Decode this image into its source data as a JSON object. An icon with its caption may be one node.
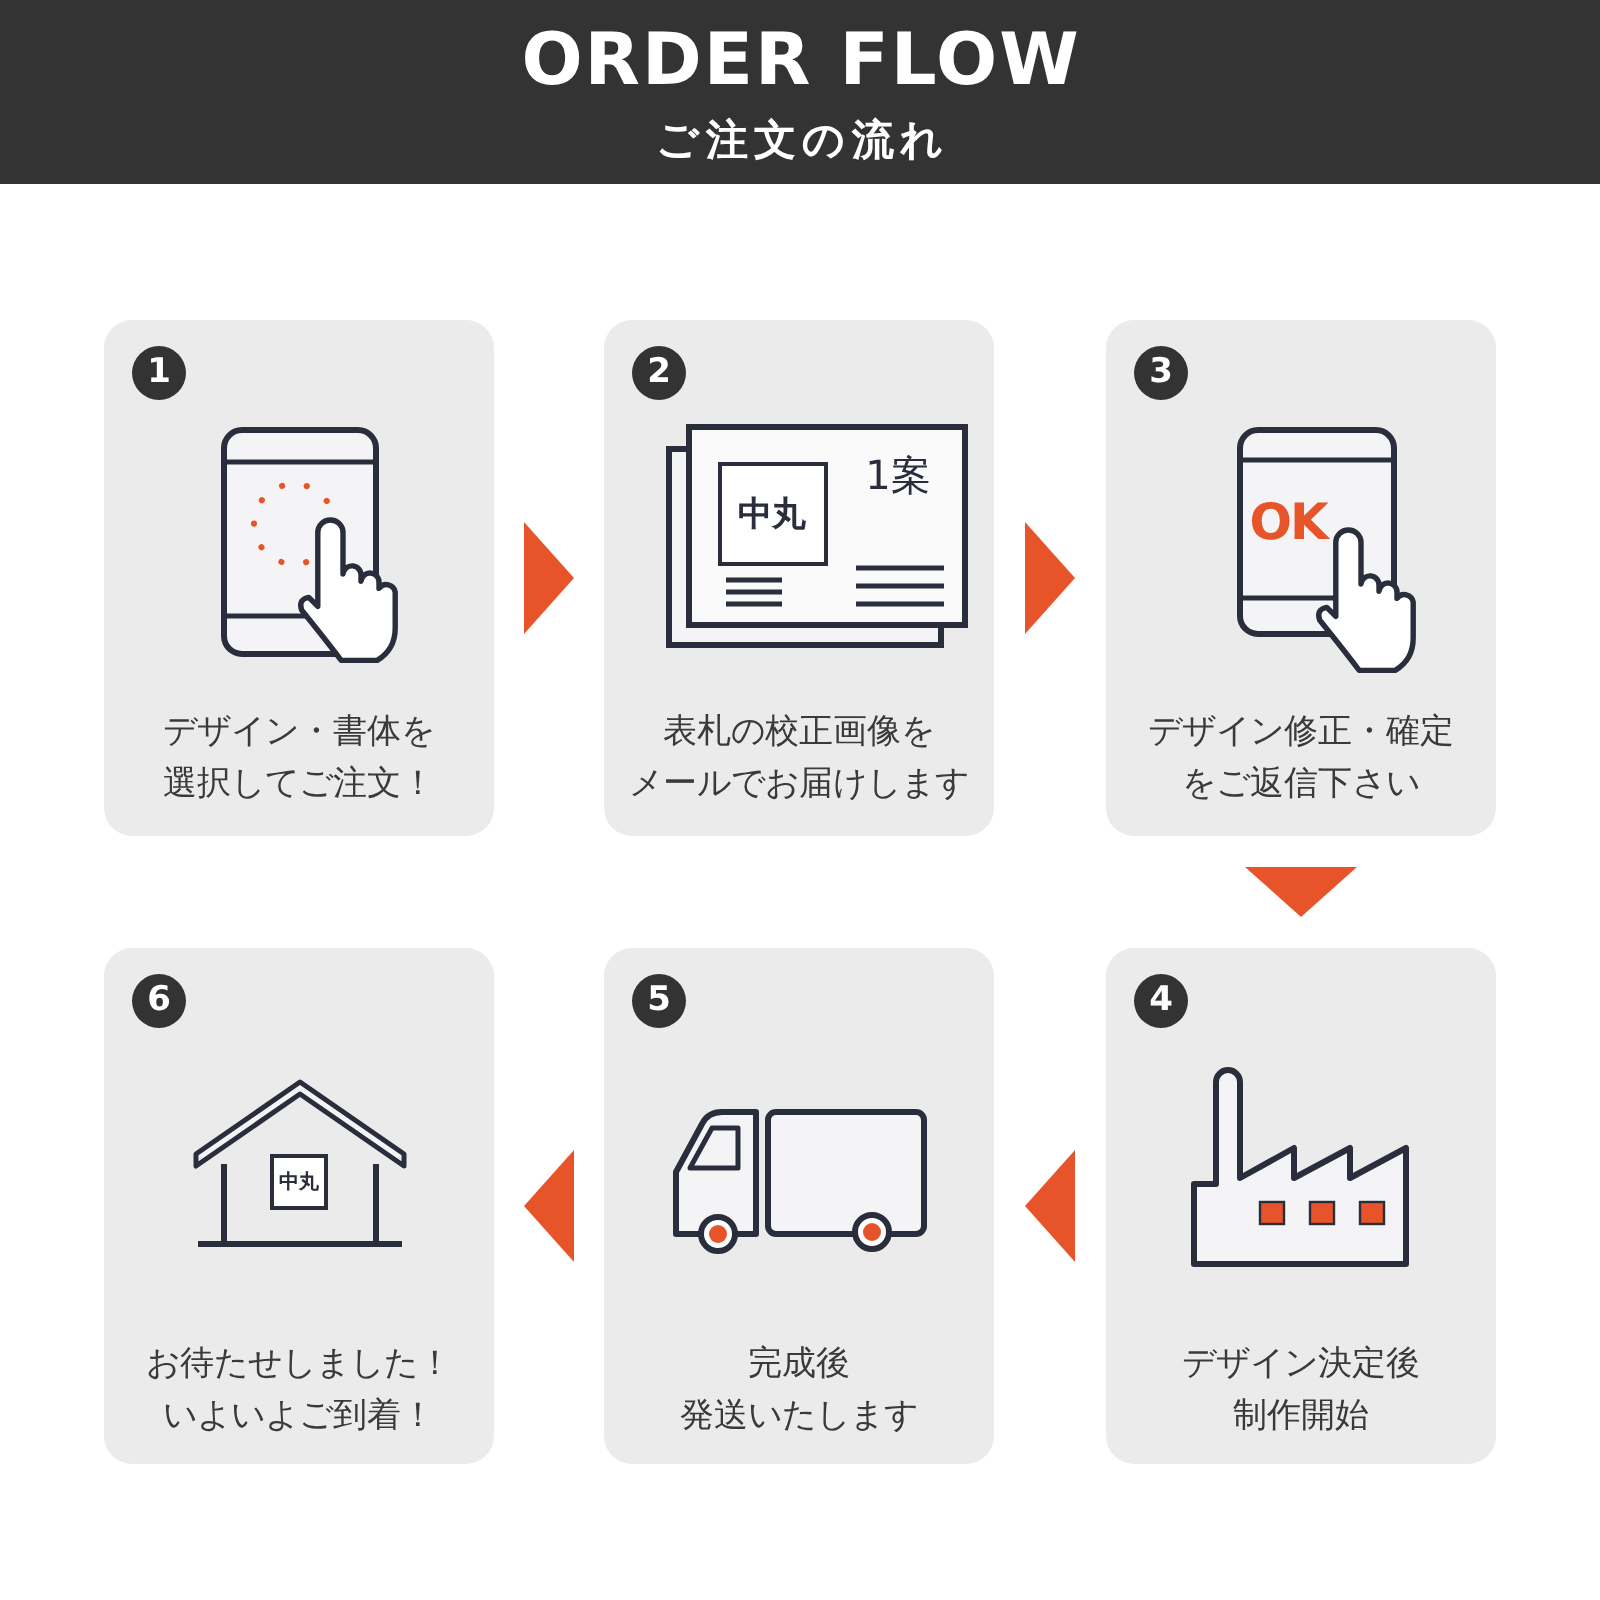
{
  "diagram": {
    "title": "ORDER FLOW",
    "nodes": [
      {
        "text": [
          "1",
          "デザイン・書体を選択してご注文！"
        ]
      },
      {
        "text": [
          "2",
          "表札の校正画像をメールでお届けします"
        ]
      },
      {
        "text": [
          "3",
          "デザイン修正・確定をご返信下さい"
        ]
      },
      {
        "text": [
          "4",
          "デザイン決定後制作開始"
        ]
      },
      {
        "text": [
          "5",
          "完成後発送いたします"
        ]
      },
      {
        "text": [
          "6",
          "お待たせしました！いよいよご到着！"
        ]
      }
    ],
    "edges": [
      {
        "from": 0,
        "to": 1,
        "arrow": "to"
      },
      {
        "from": 1,
        "to": 2,
        "arrow": "to"
      },
      {
        "from": 2,
        "to": 3,
        "arrow": "to"
      },
      {
        "from": 3,
        "to": 4,
        "arrow": "to"
      },
      {
        "from": 4,
        "to": 5,
        "arrow": "to"
      }
    ],
    "labels": [
      "ご注文の流れ",
      "中丸",
      "1案",
      "OK",
      "中丸"
    ]
  }
}
